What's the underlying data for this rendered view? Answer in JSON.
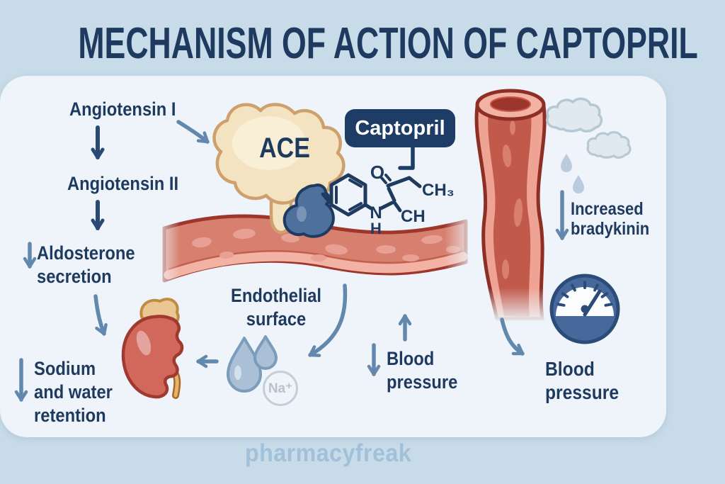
{
  "title": "MECHANISM OF ACTION OF CAPTOPRIL",
  "watermark": "pharmacyfreak",
  "colors": {
    "background": "#c8dbe9",
    "card": "#eef4f9",
    "heading_text": "#1e3a5f",
    "arrow_accent": "#6288ad",
    "flow_arrow": "#2a4a74",
    "captopril_box": "#1d3c66",
    "ace_blob": "#f4e3c0",
    "molecule_blob": "#4e709c",
    "vessel_fill": "#d8806f",
    "vessel_outline": "#9e362c",
    "droplet": "#a9c0d6",
    "cloud": "#e0e9f0",
    "gauge": "#47689b",
    "kidney": "#d2685c",
    "adrenal": "#eac692",
    "watermark_text": "#a2c0d8"
  },
  "cascade": {
    "step1": "Angiotensin I",
    "step2": "Angiotensin II",
    "step3": "Aldosterone secretion",
    "step4": "Sodium and water retention"
  },
  "enzyme": {
    "label": "ACE"
  },
  "drug": {
    "label": "Captopril",
    "chem_labels": {
      "oxygen": "O",
      "nitrogen": "N",
      "hydrogen": "H",
      "ch": "CH",
      "ch3": "CH₃"
    }
  },
  "vessel_section": {
    "endothelial_label": "Endothelial surface",
    "blood_pressure_label": "Blood pressure",
    "sodium_ion": "Na⁺"
  },
  "right_section": {
    "bradykinin_label": "Increased bradykinin",
    "blood_pressure_label": "Blood pressure"
  }
}
